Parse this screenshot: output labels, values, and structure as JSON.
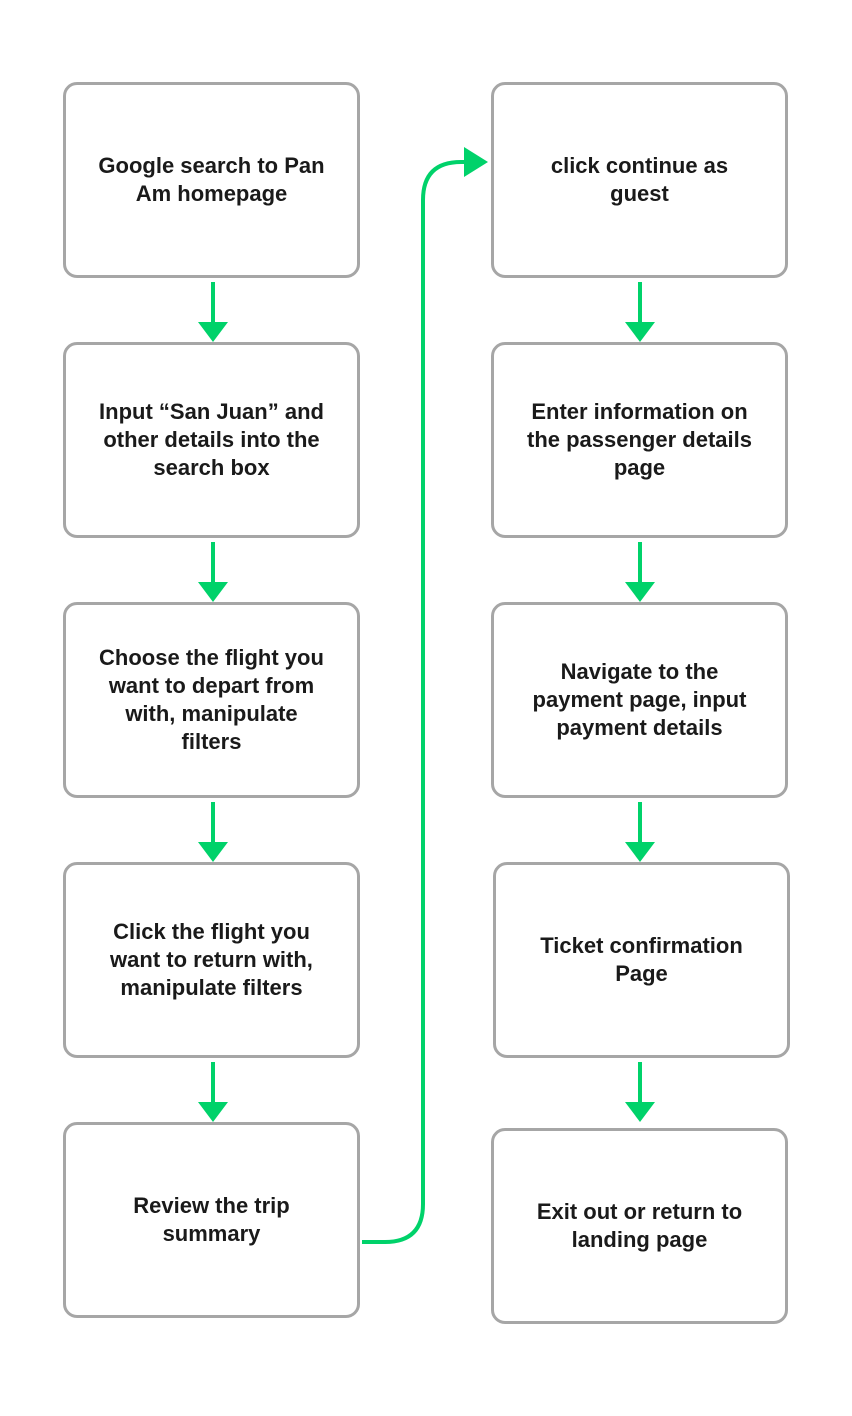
{
  "colors": {
    "connector": "#00d26a",
    "box_border": "#a6a6a6",
    "text": "#1a1a1a"
  },
  "steps": [
    {
      "label": "Google search to Pan\nAm homepage"
    },
    {
      "label": "Input “San Juan” and\nother details into the\nsearch box"
    },
    {
      "label": "Choose the flight you\nwant to depart from\nwith, manipulate\nfilters"
    },
    {
      "label": "Click the flight you\nwant to return with,\nmanipulate filters"
    },
    {
      "label": "Review the trip\nsummary"
    },
    {
      "label": "click continue as\nguest"
    },
    {
      "label": "Enter information on\nthe passenger details\npage"
    },
    {
      "label": "Navigate to the\npayment page, input\npayment details"
    },
    {
      "label": "Ticket confirmation\nPage"
    },
    {
      "label": "Exit out or return to\nlanding page"
    }
  ]
}
